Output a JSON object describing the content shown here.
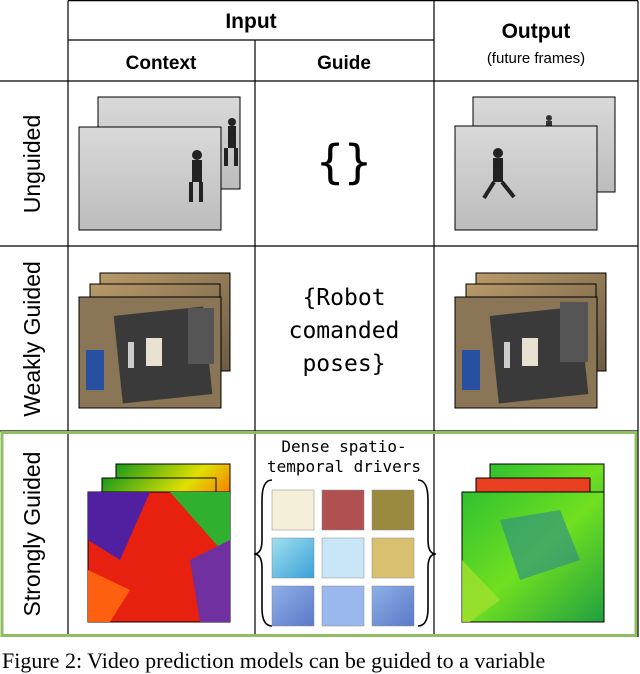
{
  "header": {
    "input": "Input",
    "context": "Context",
    "guide": "Guide",
    "output": "Output",
    "output_sub": "(future frames)"
  },
  "rows": {
    "unguided": {
      "label": "Unguided",
      "guide": "{}"
    },
    "weakly": {
      "label": "Weakly Guided",
      "guide_lines": [
        "{Robot",
        "comanded",
        "poses}"
      ]
    },
    "strongly": {
      "label": "Strongly Guided",
      "guide_title_lines": [
        "Dense spatio-",
        "temporal drivers"
      ]
    }
  },
  "caption": "Figure 2: Video prediction models can be guided to a variable",
  "colors": {
    "grid": "#000000",
    "highlight": "#8fbf60"
  }
}
